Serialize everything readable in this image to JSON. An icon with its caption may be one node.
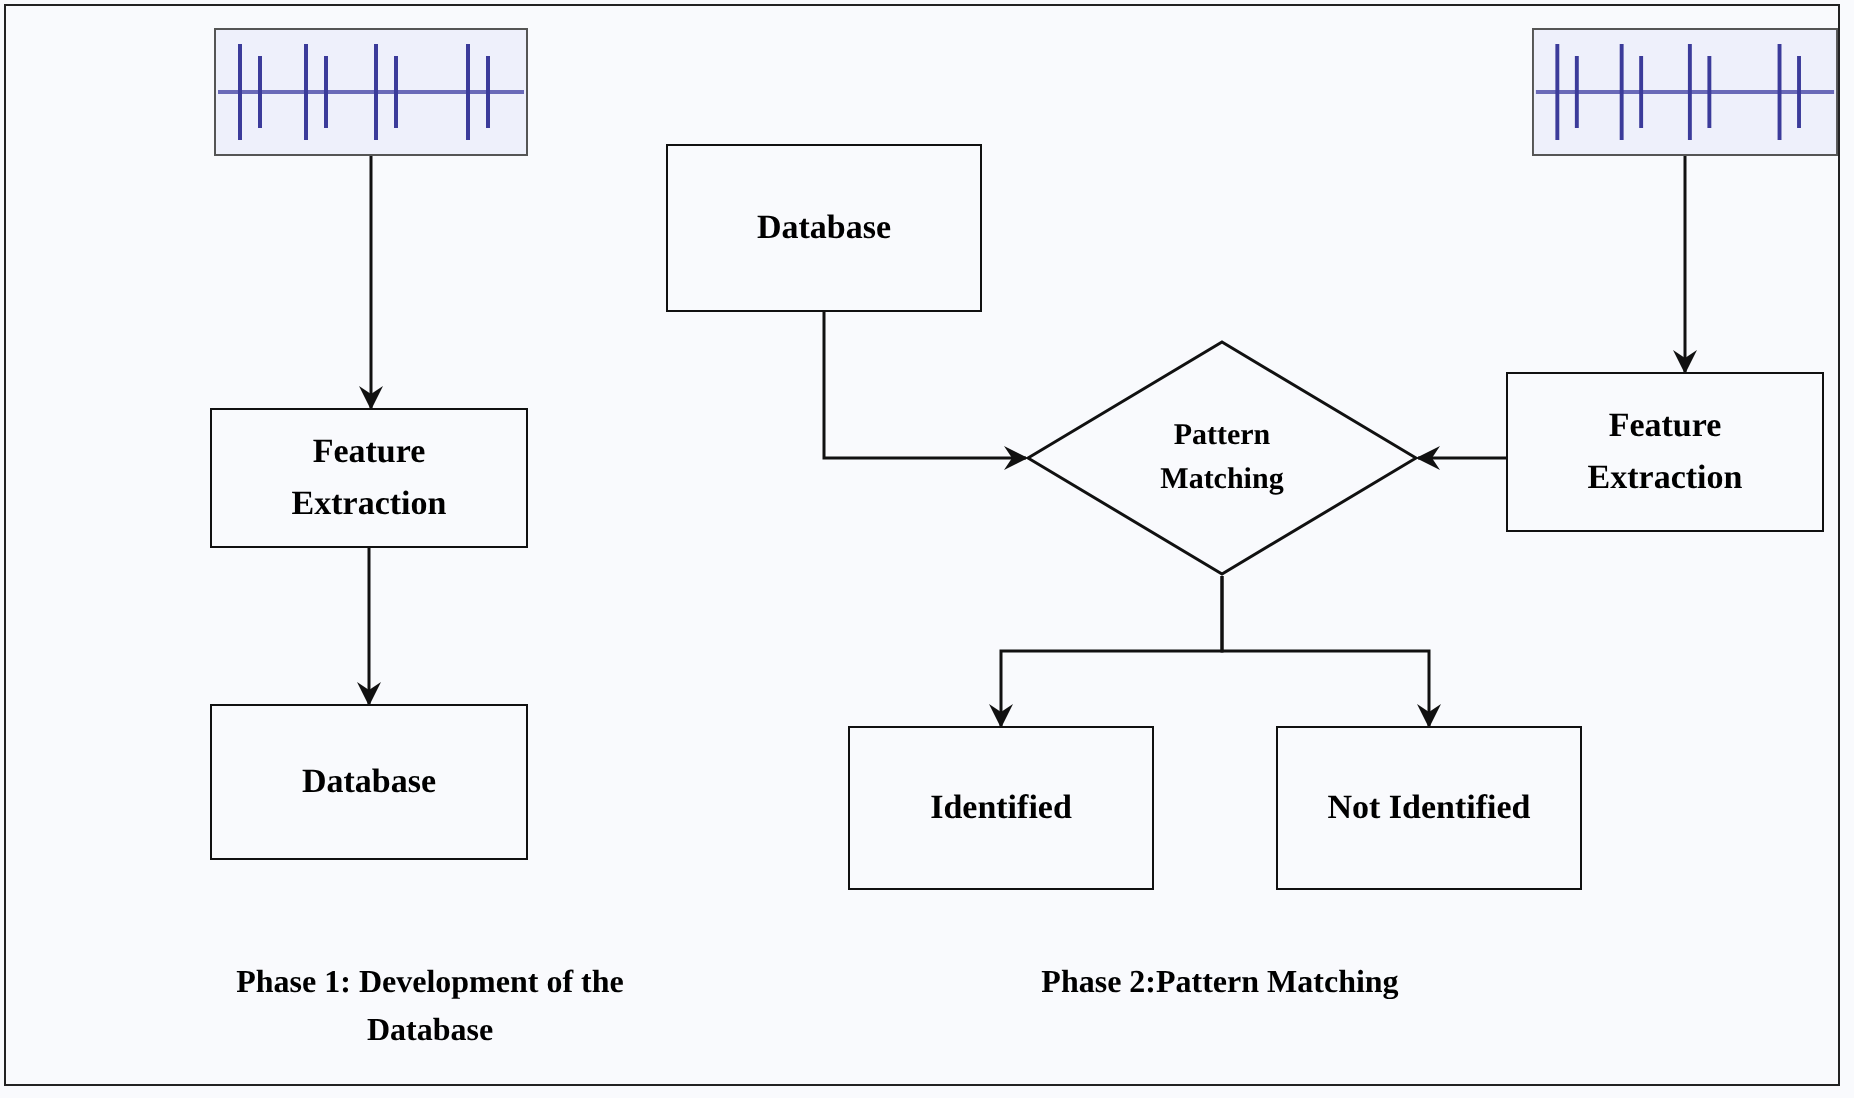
{
  "diagram": {
    "nodes": [
      {
        "text": [],
        "shape": "picture"
      },
      {
        "text": [
          "Feature Extraction"
        ]
      },
      {
        "text": [
          "Database"
        ]
      },
      {
        "text": [
          "Database"
        ]
      },
      {
        "text": [],
        "shape": "picture"
      },
      {
        "text": [
          "Pattern Matching"
        ]
      },
      {
        "text": [
          "Feature Extraction"
        ]
      },
      {
        "text": [
          "Identified"
        ]
      },
      {
        "text": [
          "Not Identified"
        ]
      }
    ],
    "edges": [
      {
        "from": 0,
        "to": 1,
        "arrow": "to"
      },
      {
        "from": 1,
        "to": 2,
        "arrow": "to"
      },
      {
        "from": 3,
        "to": 5,
        "arrow": "to"
      },
      {
        "from": 4,
        "to": 6,
        "arrow": "to"
      },
      {
        "from": 6,
        "to": 5,
        "arrow": "to"
      },
      {
        "from": 5,
        "to": 7,
        "arrow": "to"
      },
      {
        "from": 5,
        "to": 8,
        "arrow": "to"
      }
    ],
    "labels": [
      "Phase 1: Development of the Database",
      "Phase 2:Pattern Matching"
    ]
  }
}
